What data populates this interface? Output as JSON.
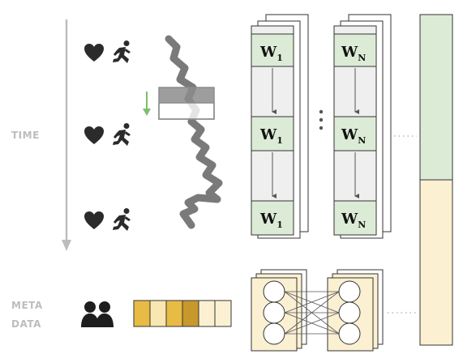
{
  "labels": {
    "time": "TIME",
    "meta_line1": "META",
    "meta_line2": "DATA"
  },
  "weights": {
    "w_letter": "W",
    "sub_1": "1",
    "sub_n": "N"
  },
  "colors": {
    "axis_gray": "#bdbdbd",
    "cell_green": "#dcebd6",
    "column_yellow": "#fbf0d2",
    "arrow_green": "#7cbf6a",
    "meta_gold": "#e3b23a"
  },
  "icons": [
    "heart-icon",
    "runner-icon",
    "people-icon"
  ]
}
